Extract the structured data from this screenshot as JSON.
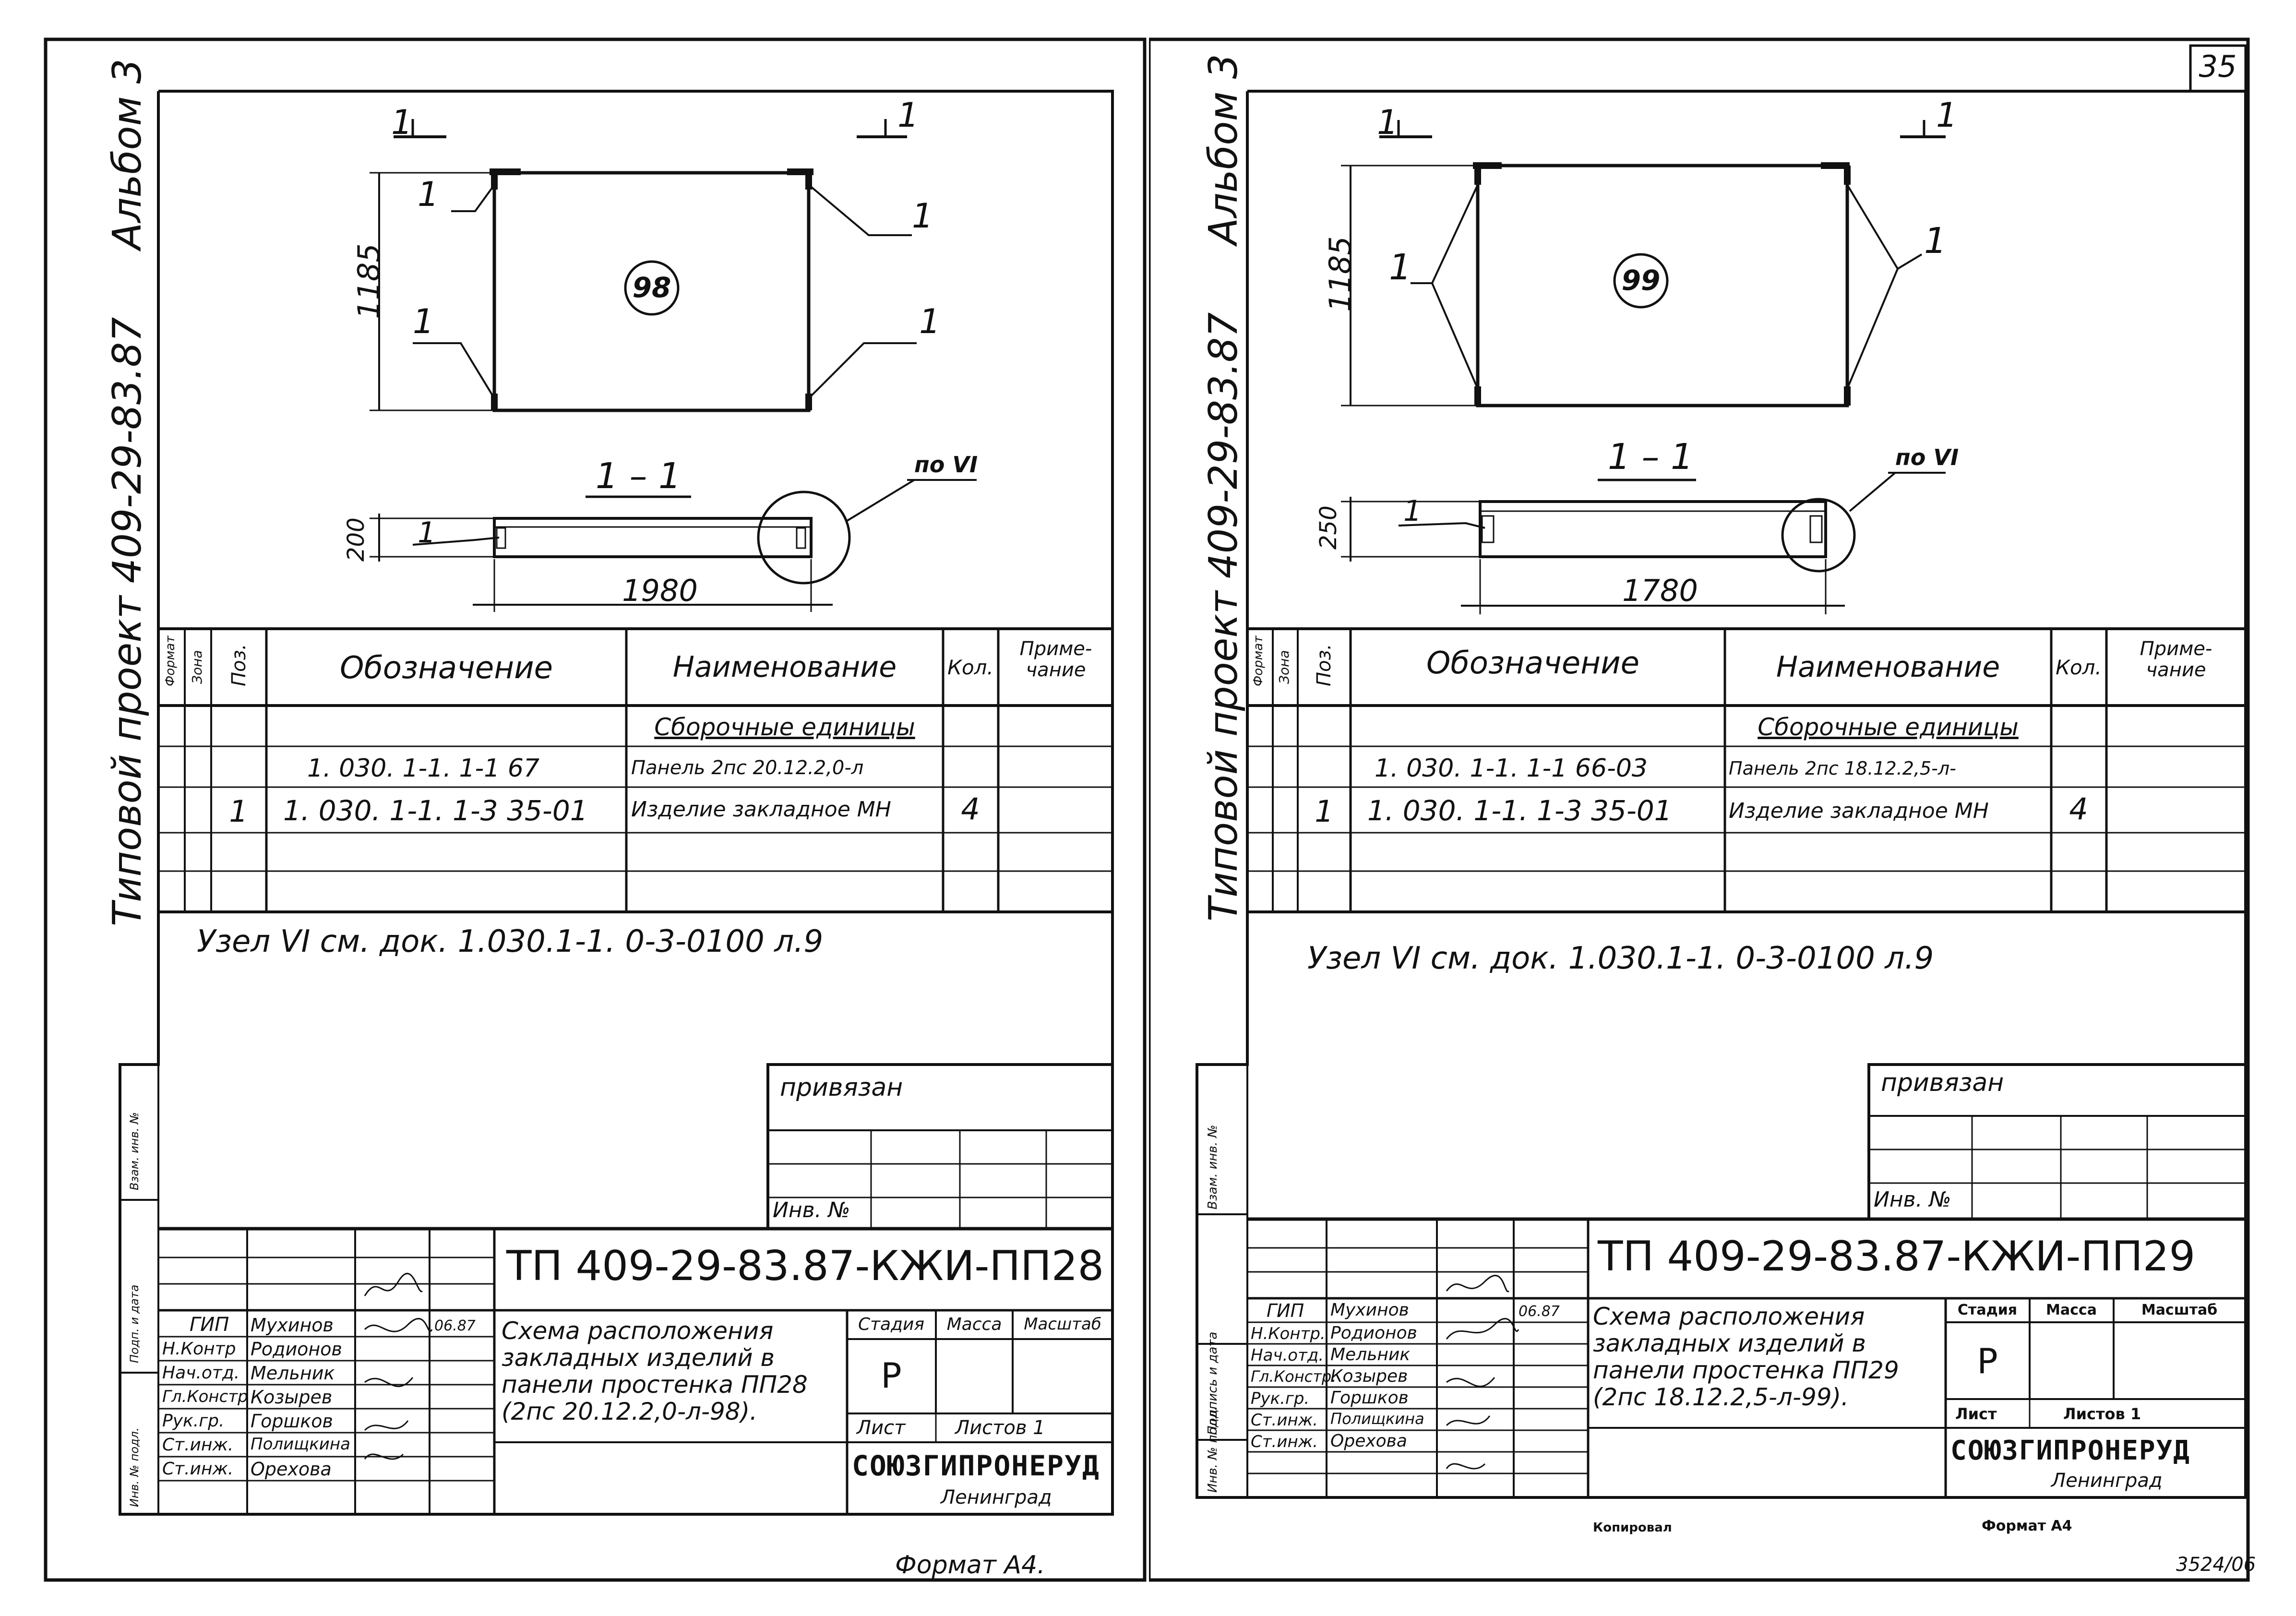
{
  "sheets": [
    {
      "margin_album": "Альбом 3",
      "margin_project": "Типовой проект 409-29-83.87",
      "section_marks": [
        "1",
        "1"
      ],
      "dim_height": "1185",
      "callouts": [
        "1",
        "1",
        "1",
        "1"
      ],
      "panel_number": "98",
      "section_title": "1 – 1",
      "node_ref": "по VI",
      "section_dim_height": "200",
      "section_callout": "1",
      "dim_length": "1980",
      "spec": {
        "headers": {
          "format": "Формат",
          "zone": "Зона",
          "pos": "Поз.",
          "designation": "Обозначение",
          "name": "Наименование",
          "qty": "Кол.",
          "note": "Приме-\nчание"
        },
        "section_heading": "Сборочные единицы",
        "rows": [
          {
            "pos": "",
            "designation": "1. 030. 1-1. 1-1   67",
            "name": "Панель 2пс 20.12.2,0-л",
            "qty": ""
          },
          {
            "pos": "1",
            "designation": "1. 030. 1-1. 1-3  35-01",
            "name": "Изделие закладное МН",
            "qty": "4"
          }
        ]
      },
      "note": "Узел VI см. док. 1.030.1-1. 0-3-0100 л.9",
      "bound_label": "привязан",
      "inv_label": "Инв. №",
      "side_labels": [
        "Инв. № подл.",
        "Подп. и дата",
        "Взам. инв. №"
      ],
      "doc_code": "ТП 409-29-83.87-КЖИ-ПП28",
      "sheet_title": "Схема расположения закладных изделий в панели простенка ПП28 (2пс 20.12.2,0-л-98).",
      "roles": [
        "ГИП",
        "Н.Контр",
        "Нач.отд.",
        "Гл.Констр",
        "Рук.гр.",
        "Ст.инж.",
        "Ст.инж."
      ],
      "people": [
        "Мухинов",
        "Родионов",
        "Мельник",
        "Козырев",
        "Горшков",
        "Полищкина",
        "Орехова"
      ],
      "date": "06.87",
      "stage_label": "Стадия",
      "mass_label": "Масса",
      "scale_label": "Масштаб",
      "stage_value": "Р",
      "sheet_label": "Лист",
      "sheets_label": "Листов 1",
      "org": "СОЮЗГИПРОНЕРУД",
      "city": "Ленинград",
      "format": "Формат А4."
    },
    {
      "page_number": "35",
      "margin_album": "Альбом 3",
      "margin_project": "Типовой проект 409-29-83.87",
      "section_marks": [
        "1",
        "1"
      ],
      "dim_height": "1185",
      "callouts": [
        "1",
        "1"
      ],
      "panel_number": "99",
      "section_title": "1 – 1",
      "node_ref": "по VI",
      "section_dim_height": "250",
      "section_callout": "1",
      "dim_length": "1780",
      "spec": {
        "headers": {
          "format": "Формат",
          "zone": "Зона",
          "pos": "Поз.",
          "designation": "Обозначение",
          "name": "Наименование",
          "qty": "Кол.",
          "note": "Приме-\nчание"
        },
        "section_heading": "Сборочные единицы",
        "rows": [
          {
            "pos": "",
            "designation": "1. 030. 1-1. 1-1  66-03",
            "name": "Панель 2пс 18.12.2,5-л-",
            "qty": ""
          },
          {
            "pos": "1",
            "designation": "1. 030. 1-1. 1-3  35-01",
            "name": "Изделие закладное МН",
            "qty": "4"
          }
        ]
      },
      "note": "Узел VI см. док. 1.030.1-1. 0-3-0100 л.9",
      "bound_label": "привязан",
      "inv_label": "Инв. №",
      "side_labels": [
        "Инв. № подл.",
        "Подпись и дата",
        "Взам. инв. №"
      ],
      "doc_code": "ТП 409-29-83.87-КЖИ-ПП29",
      "sheet_title": "Схема расположения закладных изделий в панели простенка ПП29 (2пс 18.12.2,5-л-99).",
      "roles": [
        "ГИП",
        "Н.Контр.",
        "Нач.отд.",
        "Гл.Констр.",
        "Рук.гр.",
        "Ст.инж.",
        "Ст.инж."
      ],
      "people": [
        "Мухинов",
        "Родионов",
        "Мельник",
        "Козырев",
        "Горшков",
        "Полищкина",
        "Орехова"
      ],
      "date": "06.87",
      "stage_label": "Стадия",
      "mass_label": "Масса",
      "scale_label": "Масштаб",
      "stage_value": "Р",
      "sheet_label": "Лист",
      "sheets_label": "Листов 1",
      "org": "СОЮЗГИПРОНЕРУД",
      "city": "Ленинград",
      "copy_label": "Копировал",
      "format": "Формат А4",
      "order_no": "3524/06"
    }
  ]
}
